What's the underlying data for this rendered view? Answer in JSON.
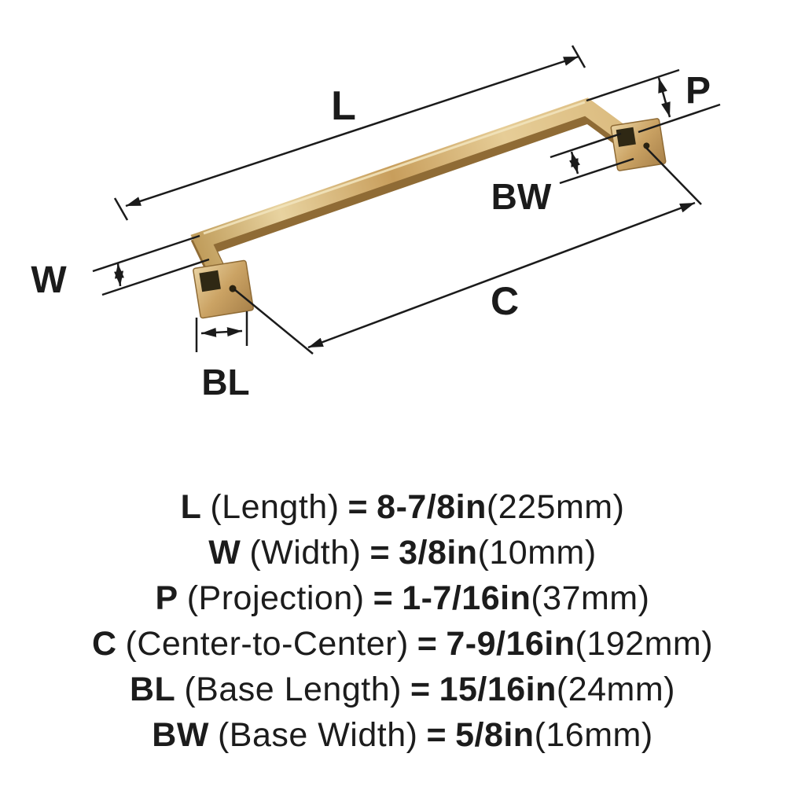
{
  "diagram": {
    "dim_labels": {
      "L": "L",
      "W": "W",
      "P": "P",
      "C": "C",
      "BL": "BL",
      "BW": "BW"
    }
  },
  "legend": {
    "items": [
      {
        "symbol": "L",
        "name": "(Length)",
        "eq": "=",
        "value": "8-7/8in",
        "metric": "(225mm)"
      },
      {
        "symbol": "W",
        "name": "(Width)",
        "eq": "=",
        "value": "3/8in",
        "metric": "(10mm)"
      },
      {
        "symbol": "P",
        "name": "(Projection)",
        "eq": "=",
        "value": "1-7/16in",
        "metric": "(37mm)"
      },
      {
        "symbol": "C",
        "name": "(Center-to-Center)",
        "eq": "=",
        "value": "7-9/16in",
        "metric": "(192mm)"
      },
      {
        "symbol": "BL",
        "name": "(Base Length)",
        "eq": "=",
        "value": "15/16in",
        "metric": "(24mm)"
      },
      {
        "symbol": "BW",
        "name": "(Base Width)",
        "eq": "=",
        "value": "5/8in",
        "metric": "(16mm)"
      }
    ]
  },
  "colors": {
    "line": "#1b1b1b",
    "gold_light": "#EDD9A8",
    "gold_mid": "#C9A25E",
    "gold_dark": "#8F6B35",
    "background": "#ffffff"
  }
}
